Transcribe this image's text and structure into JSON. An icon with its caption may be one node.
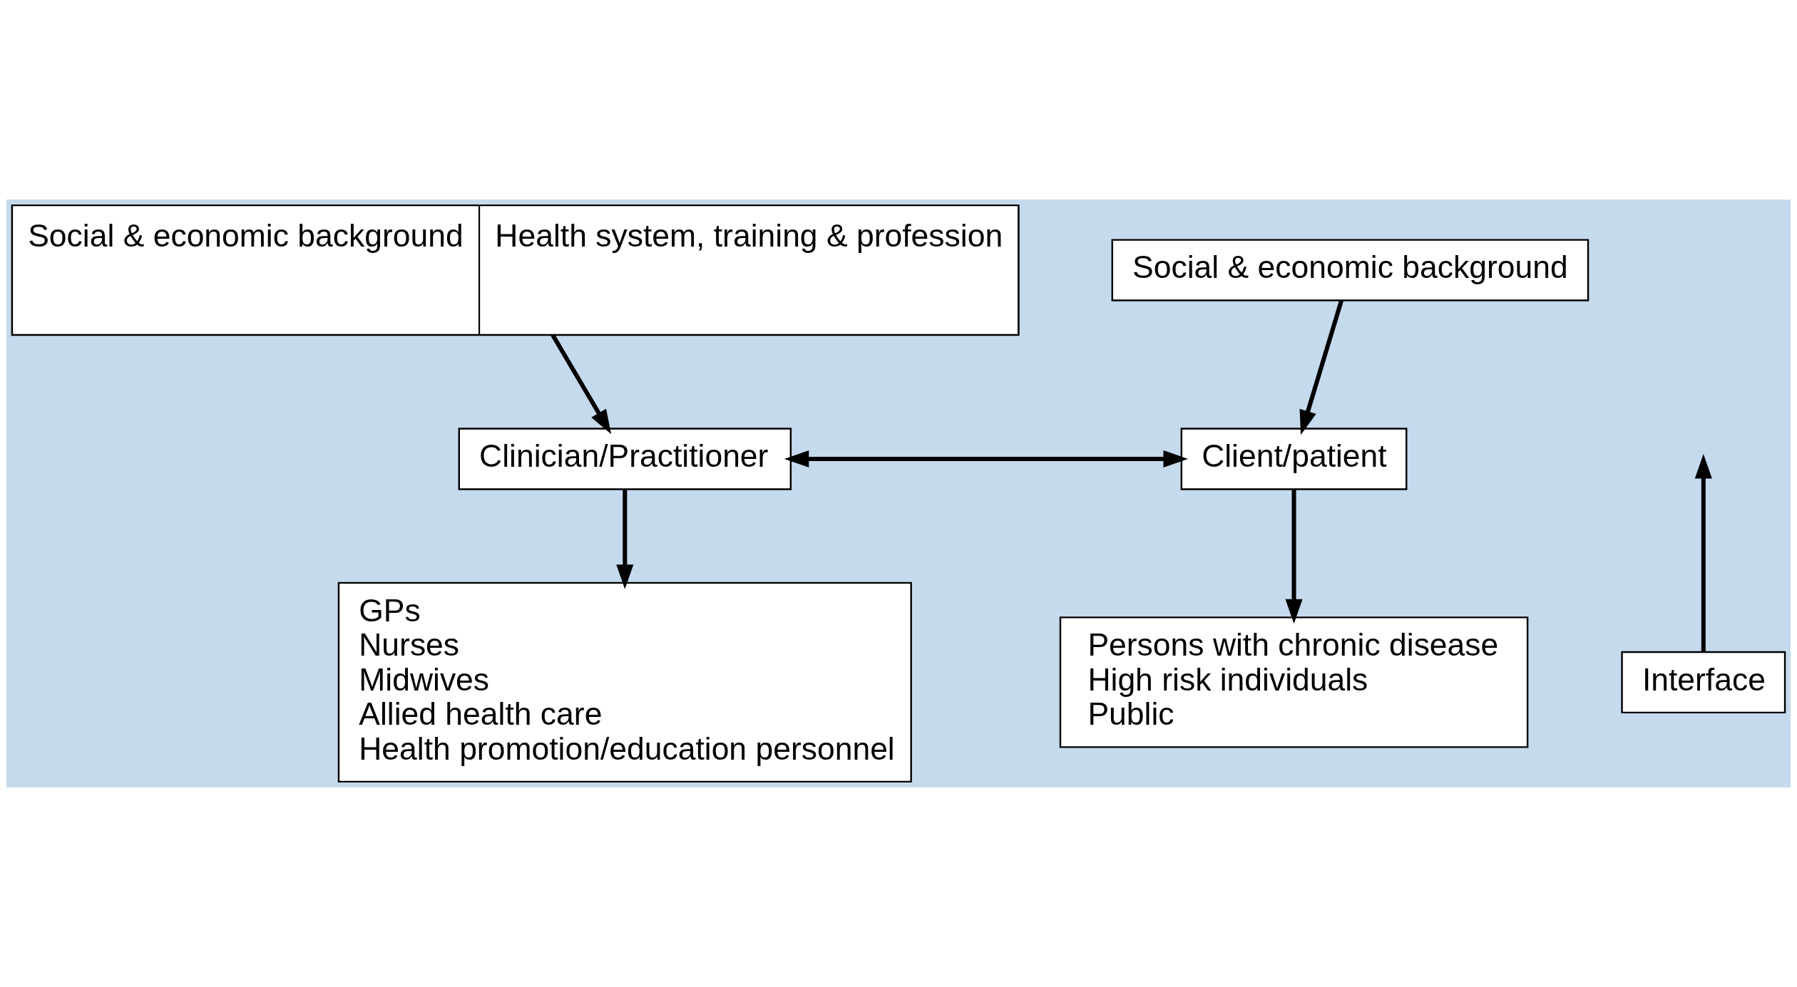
{
  "diagram": {
    "nodes": [
      {
        "text": [
          "Social & economic background",
          "Health system, training & profession"
        ]
      },
      {
        "text": [
          "Social & economic background"
        ]
      },
      {
        "text": [
          "Clinician/Practitioner"
        ]
      },
      {
        "text": [
          "Client/patient"
        ]
      },
      {
        "text": [
          "Interface"
        ]
      },
      {
        "text": [
          "GPs",
          "Nurses",
          "Midwives",
          "Allied health care",
          "Health promotion/education personnel"
        ]
      },
      {
        "text": [
          "Persons with chronic disease",
          "High risk individuals",
          "Public"
        ]
      }
    ],
    "edges": [
      {
        "from": 0,
        "to": 2,
        "arrow": "to"
      },
      {
        "from": 1,
        "to": 3,
        "arrow": "to"
      },
      {
        "from": 2,
        "to": 3,
        "arrow": "both"
      },
      {
        "from": 4,
        "to": null,
        "arrow": "to"
      },
      {
        "from": 2,
        "to": 5,
        "arrow": "to"
      },
      {
        "from": 3,
        "to": 6,
        "arrow": "to"
      }
    ]
  }
}
